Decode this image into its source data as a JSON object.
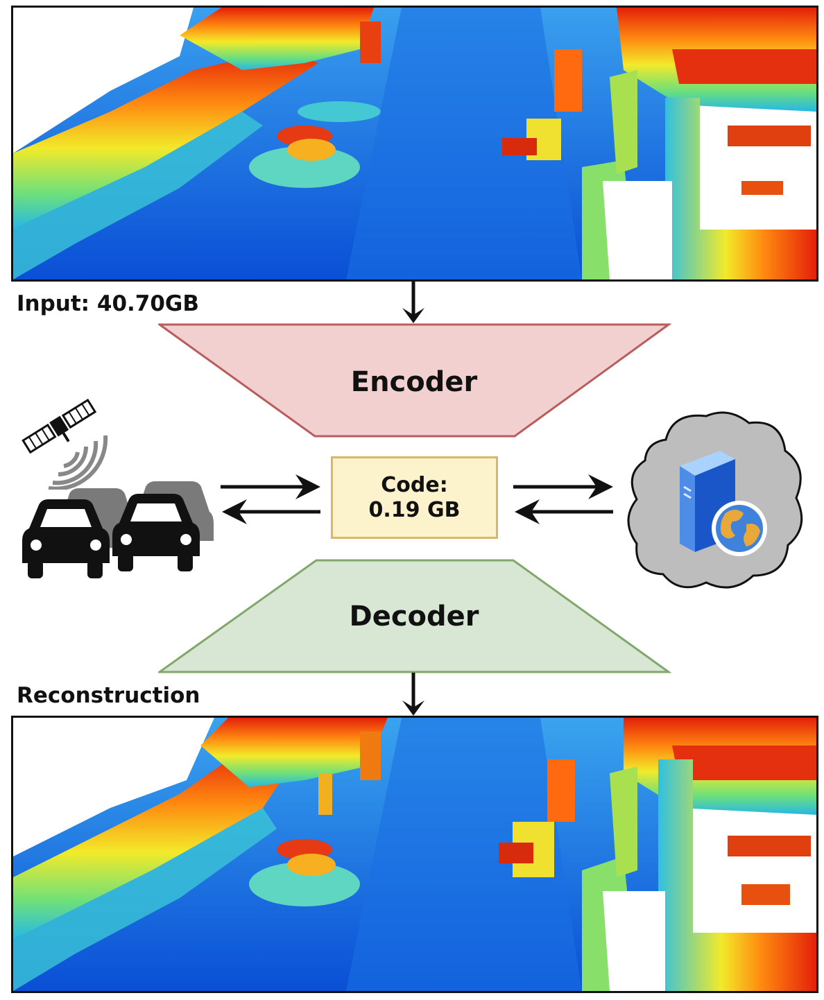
{
  "input_label": "Input: 40.70GB",
  "encoder_label": "Encoder",
  "decoder_label": "Decoder",
  "code_label": "Code:",
  "code_size": "0.19 GB",
  "reconstruction_label": "Reconstruction",
  "icons": {
    "satellite": "satellite-icon",
    "cars": "cars-icon",
    "cloud_server": "cloud-server-icon"
  },
  "colors": {
    "encoder_fill": "#f2d0d0",
    "encoder_stroke": "#b85c5c",
    "decoder_fill": "#d8e6d4",
    "decoder_stroke": "#80a86a",
    "code_fill": "#fcf2cc",
    "code_stroke": "#d8b66a",
    "cloud_fill": "#bdbdbd"
  }
}
